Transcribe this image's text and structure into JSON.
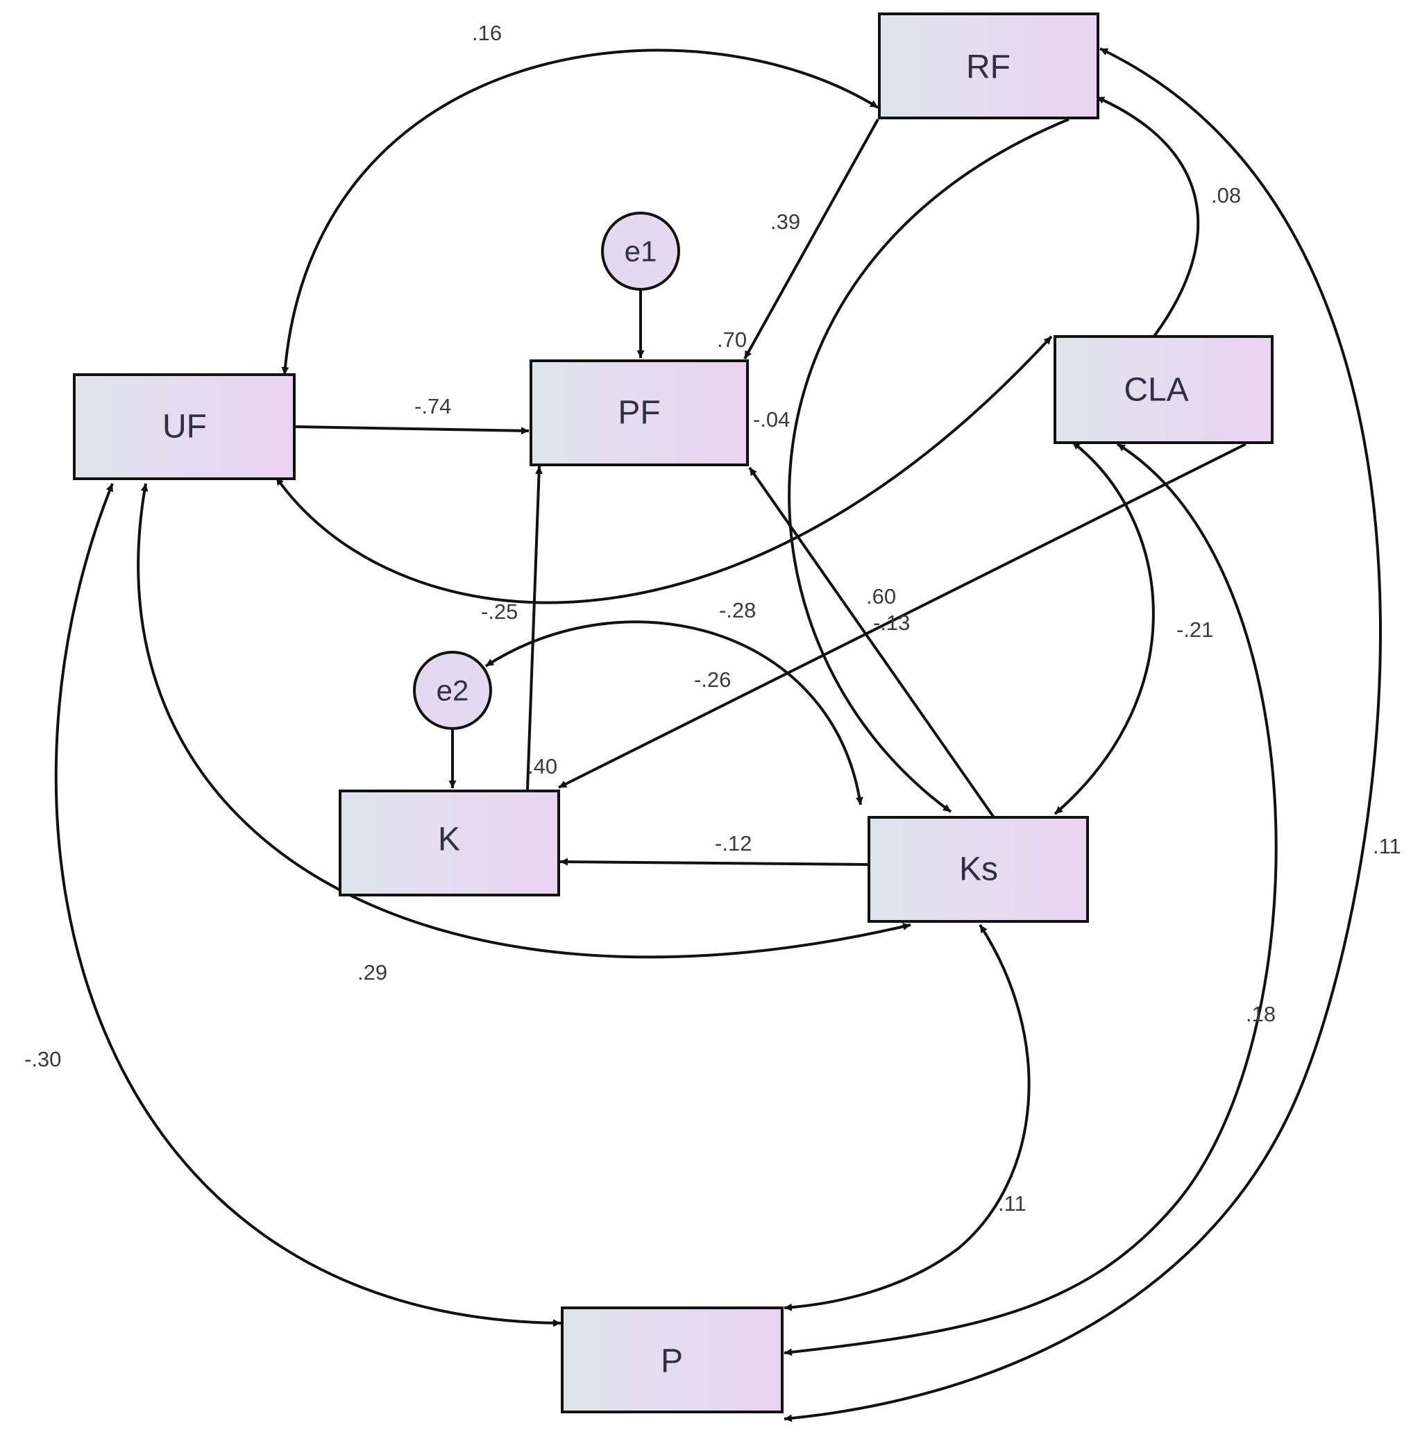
{
  "colors": {
    "box_fill_left": "#dfe4ec",
    "box_fill_right": "#ead3f2",
    "circle_fill": "#e4d9f0",
    "line": "#111111"
  },
  "nodes": {
    "rf": "RF",
    "cla": "CLA",
    "uf": "UF",
    "pf": "PF",
    "k": "K",
    "ks": "Ks",
    "p": "P",
    "e1": "e1",
    "e2": "e2"
  },
  "coefficients": {
    "uf_rf_cov": ".16",
    "rf_cla_cov": ".08",
    "rf_pf": ".39",
    "pf_r2": ".70",
    "uf_pf": "-.74",
    "cla_pf": "-.04",
    "uf_k_cov": "-.25",
    "k_ks_arc": "-.28",
    "rf_ks": ".60",
    "cla_k": "-.13",
    "cla_ks_cov": "-.21",
    "uf_cla_arc": "-.26",
    "k_pf": ".40",
    "ks_k": "-.12",
    "uf_ks_cov": ".29",
    "uf_p_cov": "-.30",
    "rf_p_cov": ".11",
    "cla_p_cov": ".18",
    "ks_p_cov": ".11"
  }
}
